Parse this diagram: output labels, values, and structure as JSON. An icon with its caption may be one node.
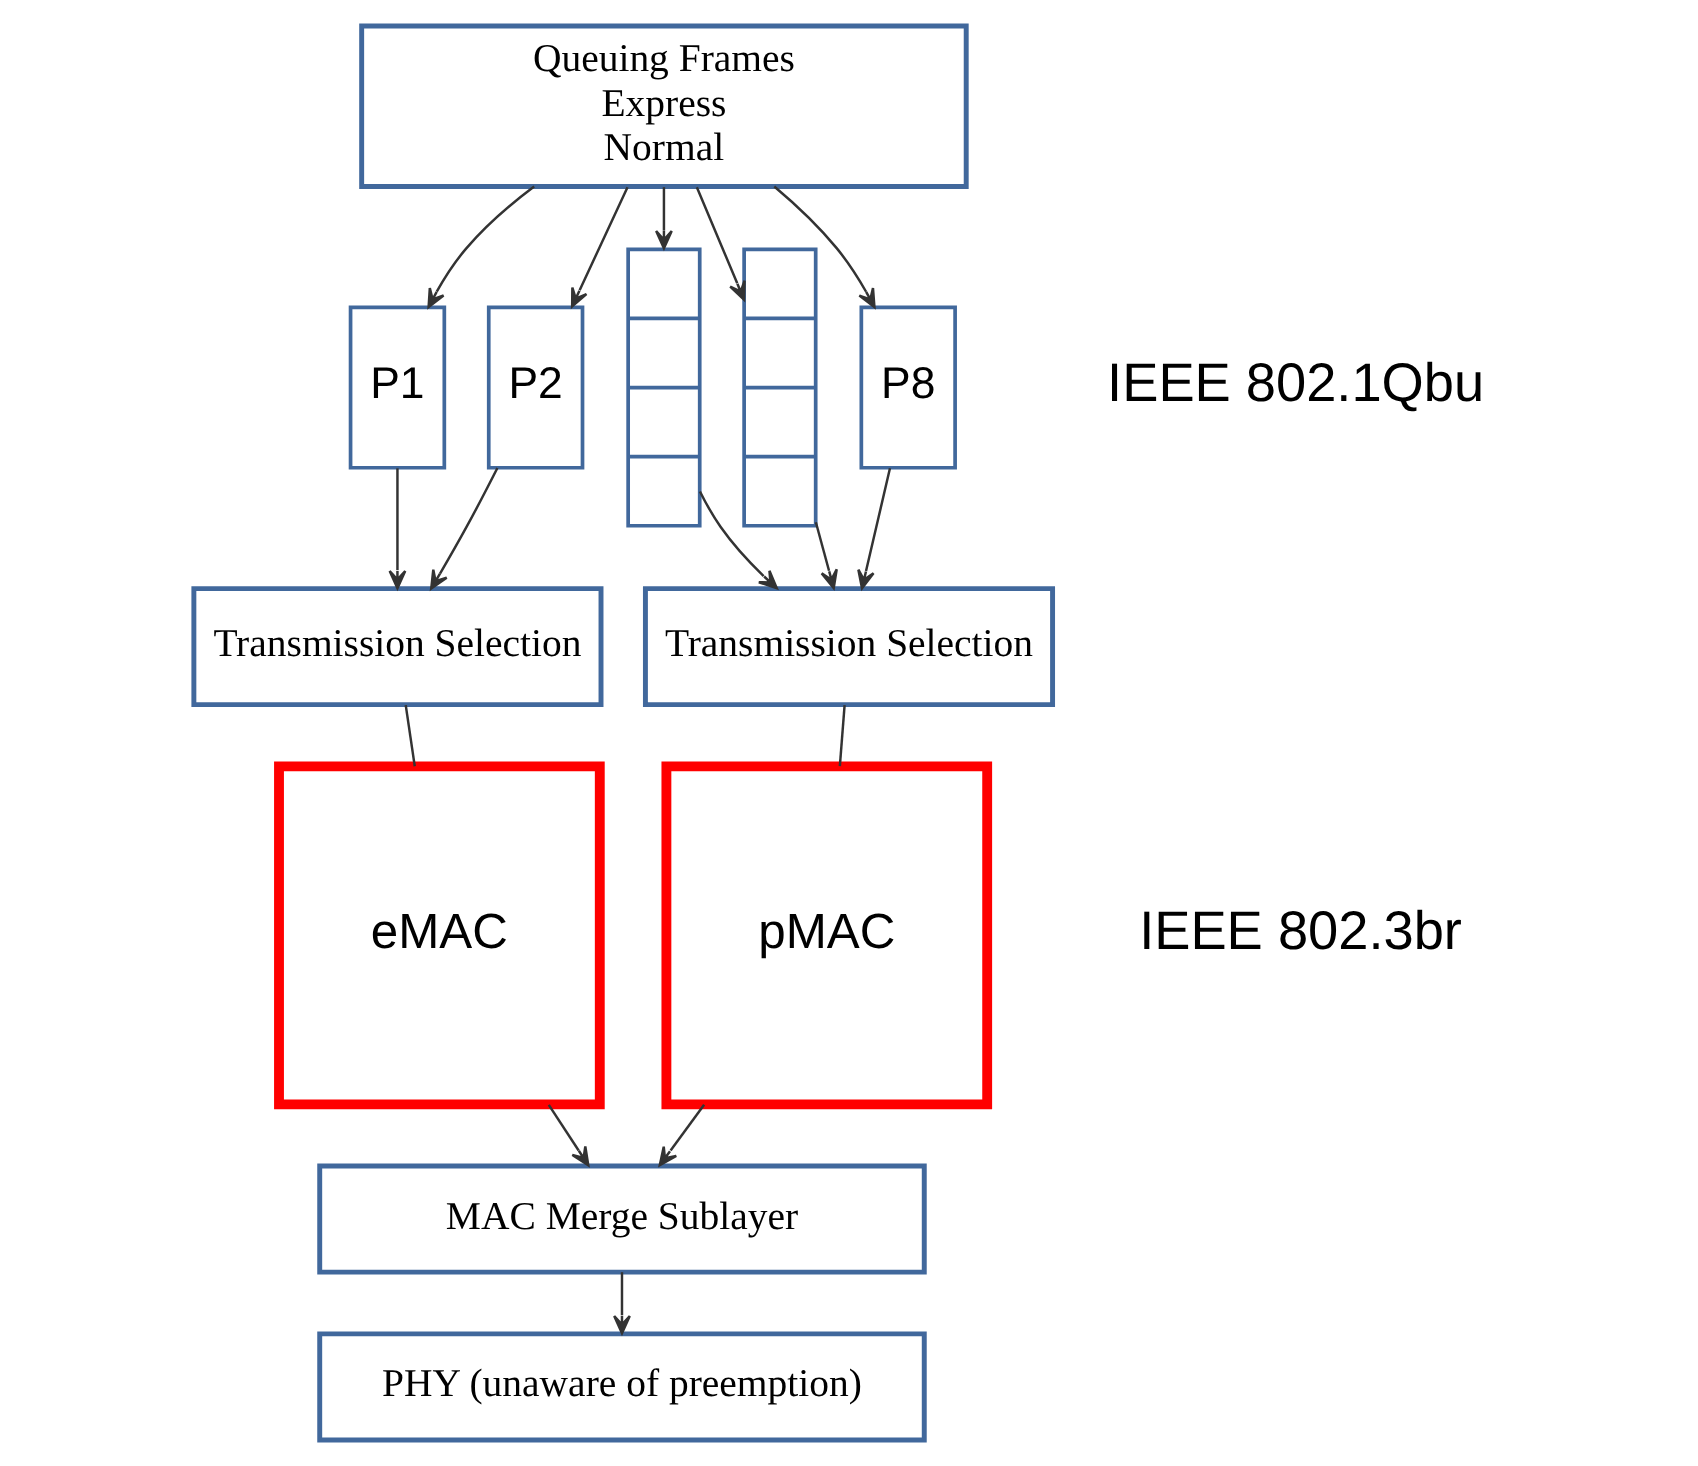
{
  "diagram": {
    "nodes": [
      {
        "text": [
          "Queuing Frames",
          "Express",
          "Normal"
        ]
      },
      {
        "text": [
          "P1"
        ]
      },
      {
        "text": [
          "P2"
        ]
      },
      {
        "text": [],
        "shape": "box"
      },
      {
        "text": [],
        "shape": "box"
      },
      {
        "text": [
          "P8"
        ]
      },
      {
        "text": [
          "Transmission Selection"
        ]
      },
      {
        "text": [
          "Transmission Selection"
        ]
      },
      {
        "text": [
          "eMAC"
        ]
      },
      {
        "text": [
          "pMAC"
        ]
      },
      {
        "text": [
          "MAC Merge Sublayer"
        ]
      },
      {
        "text": [
          "PHY (unaware of preemption)"
        ]
      }
    ],
    "edges": [
      {
        "from": 0,
        "to": 1,
        "arrow": "to"
      },
      {
        "from": 0,
        "to": 2,
        "arrow": "to"
      },
      {
        "from": 0,
        "to": 3,
        "arrow": "to"
      },
      {
        "from": 0,
        "to": 4,
        "arrow": "to"
      },
      {
        "from": 0,
        "to": 5,
        "arrow": "to"
      },
      {
        "from": 1,
        "to": 6,
        "arrow": "to"
      },
      {
        "from": 2,
        "to": 6,
        "arrow": "to"
      },
      {
        "from": 3,
        "to": 7,
        "arrow": "to"
      },
      {
        "from": 4,
        "to": 7,
        "arrow": "to"
      },
      {
        "from": 5,
        "to": 7,
        "arrow": "to"
      },
      {
        "from": 6,
        "to": 8,
        "arrow": "none"
      },
      {
        "from": 7,
        "to": 9,
        "arrow": "none"
      },
      {
        "from": 8,
        "to": 10,
        "arrow": "to"
      },
      {
        "from": 9,
        "to": 10,
        "arrow": "to"
      },
      {
        "from": 10,
        "to": 11,
        "arrow": "to"
      }
    ],
    "labels": [
      "IEEE 802.1Qbu",
      "IEEE 802.3br"
    ]
  }
}
